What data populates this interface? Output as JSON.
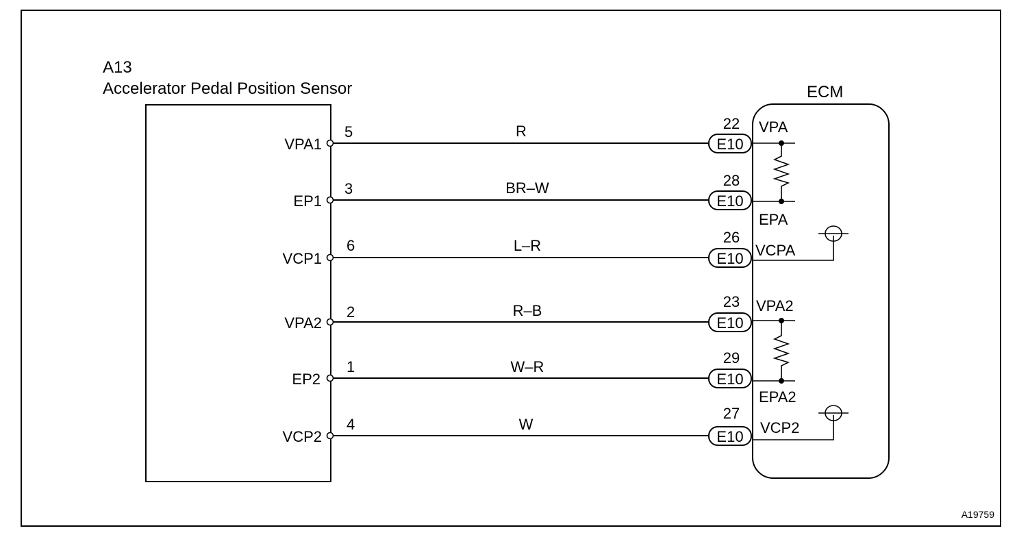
{
  "sensor": {
    "code": "A13",
    "name": "Accelerator Pedal Position Sensor"
  },
  "ecm": {
    "label": "ECM"
  },
  "figure_id": "A19759",
  "wires": [
    {
      "sensor_terminal": "VPA1",
      "pin": "5",
      "color": "R",
      "ecm_pin": "22",
      "connector": "E10",
      "ecm_terminal": "VPA"
    },
    {
      "sensor_terminal": "EP1",
      "pin": "3",
      "color": "BR–W",
      "ecm_pin": "28",
      "connector": "E10",
      "ecm_terminal": "EPA"
    },
    {
      "sensor_terminal": "VCP1",
      "pin": "6",
      "color": "L–R",
      "ecm_pin": "26",
      "connector": "E10",
      "ecm_terminal": "VCPA"
    },
    {
      "sensor_terminal": "VPA2",
      "pin": "2",
      "color": "R–B",
      "ecm_pin": "23",
      "connector": "E10",
      "ecm_terminal": "VPA2"
    },
    {
      "sensor_terminal": "EP2",
      "pin": "1",
      "color": "W–R",
      "ecm_pin": "29",
      "connector": "E10",
      "ecm_terminal": "EPA2"
    },
    {
      "sensor_terminal": "VCP2",
      "pin": "4",
      "color": "W",
      "ecm_pin": "27",
      "connector": "E10",
      "ecm_terminal": "VCP2"
    }
  ]
}
